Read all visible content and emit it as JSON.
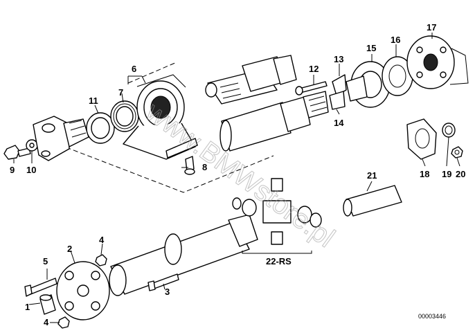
{
  "diagram": {
    "callouts": {
      "c1": "1",
      "c2": "2",
      "c3": "3",
      "c4a": "4",
      "c4b": "4",
      "c5": "5",
      "c6": "6",
      "c7": "7",
      "c8": "8",
      "c9": "9",
      "c10": "10",
      "c11": "11",
      "c12": "12",
      "c13": "13",
      "c14": "14",
      "c15": "15",
      "c16": "16",
      "c17": "17",
      "c18": "18",
      "c19": "19",
      "c20": "20",
      "c21": "21",
      "c22": "22-RS"
    },
    "catalog_number": "00003446",
    "watermark": "www.BMWstore.pl"
  }
}
